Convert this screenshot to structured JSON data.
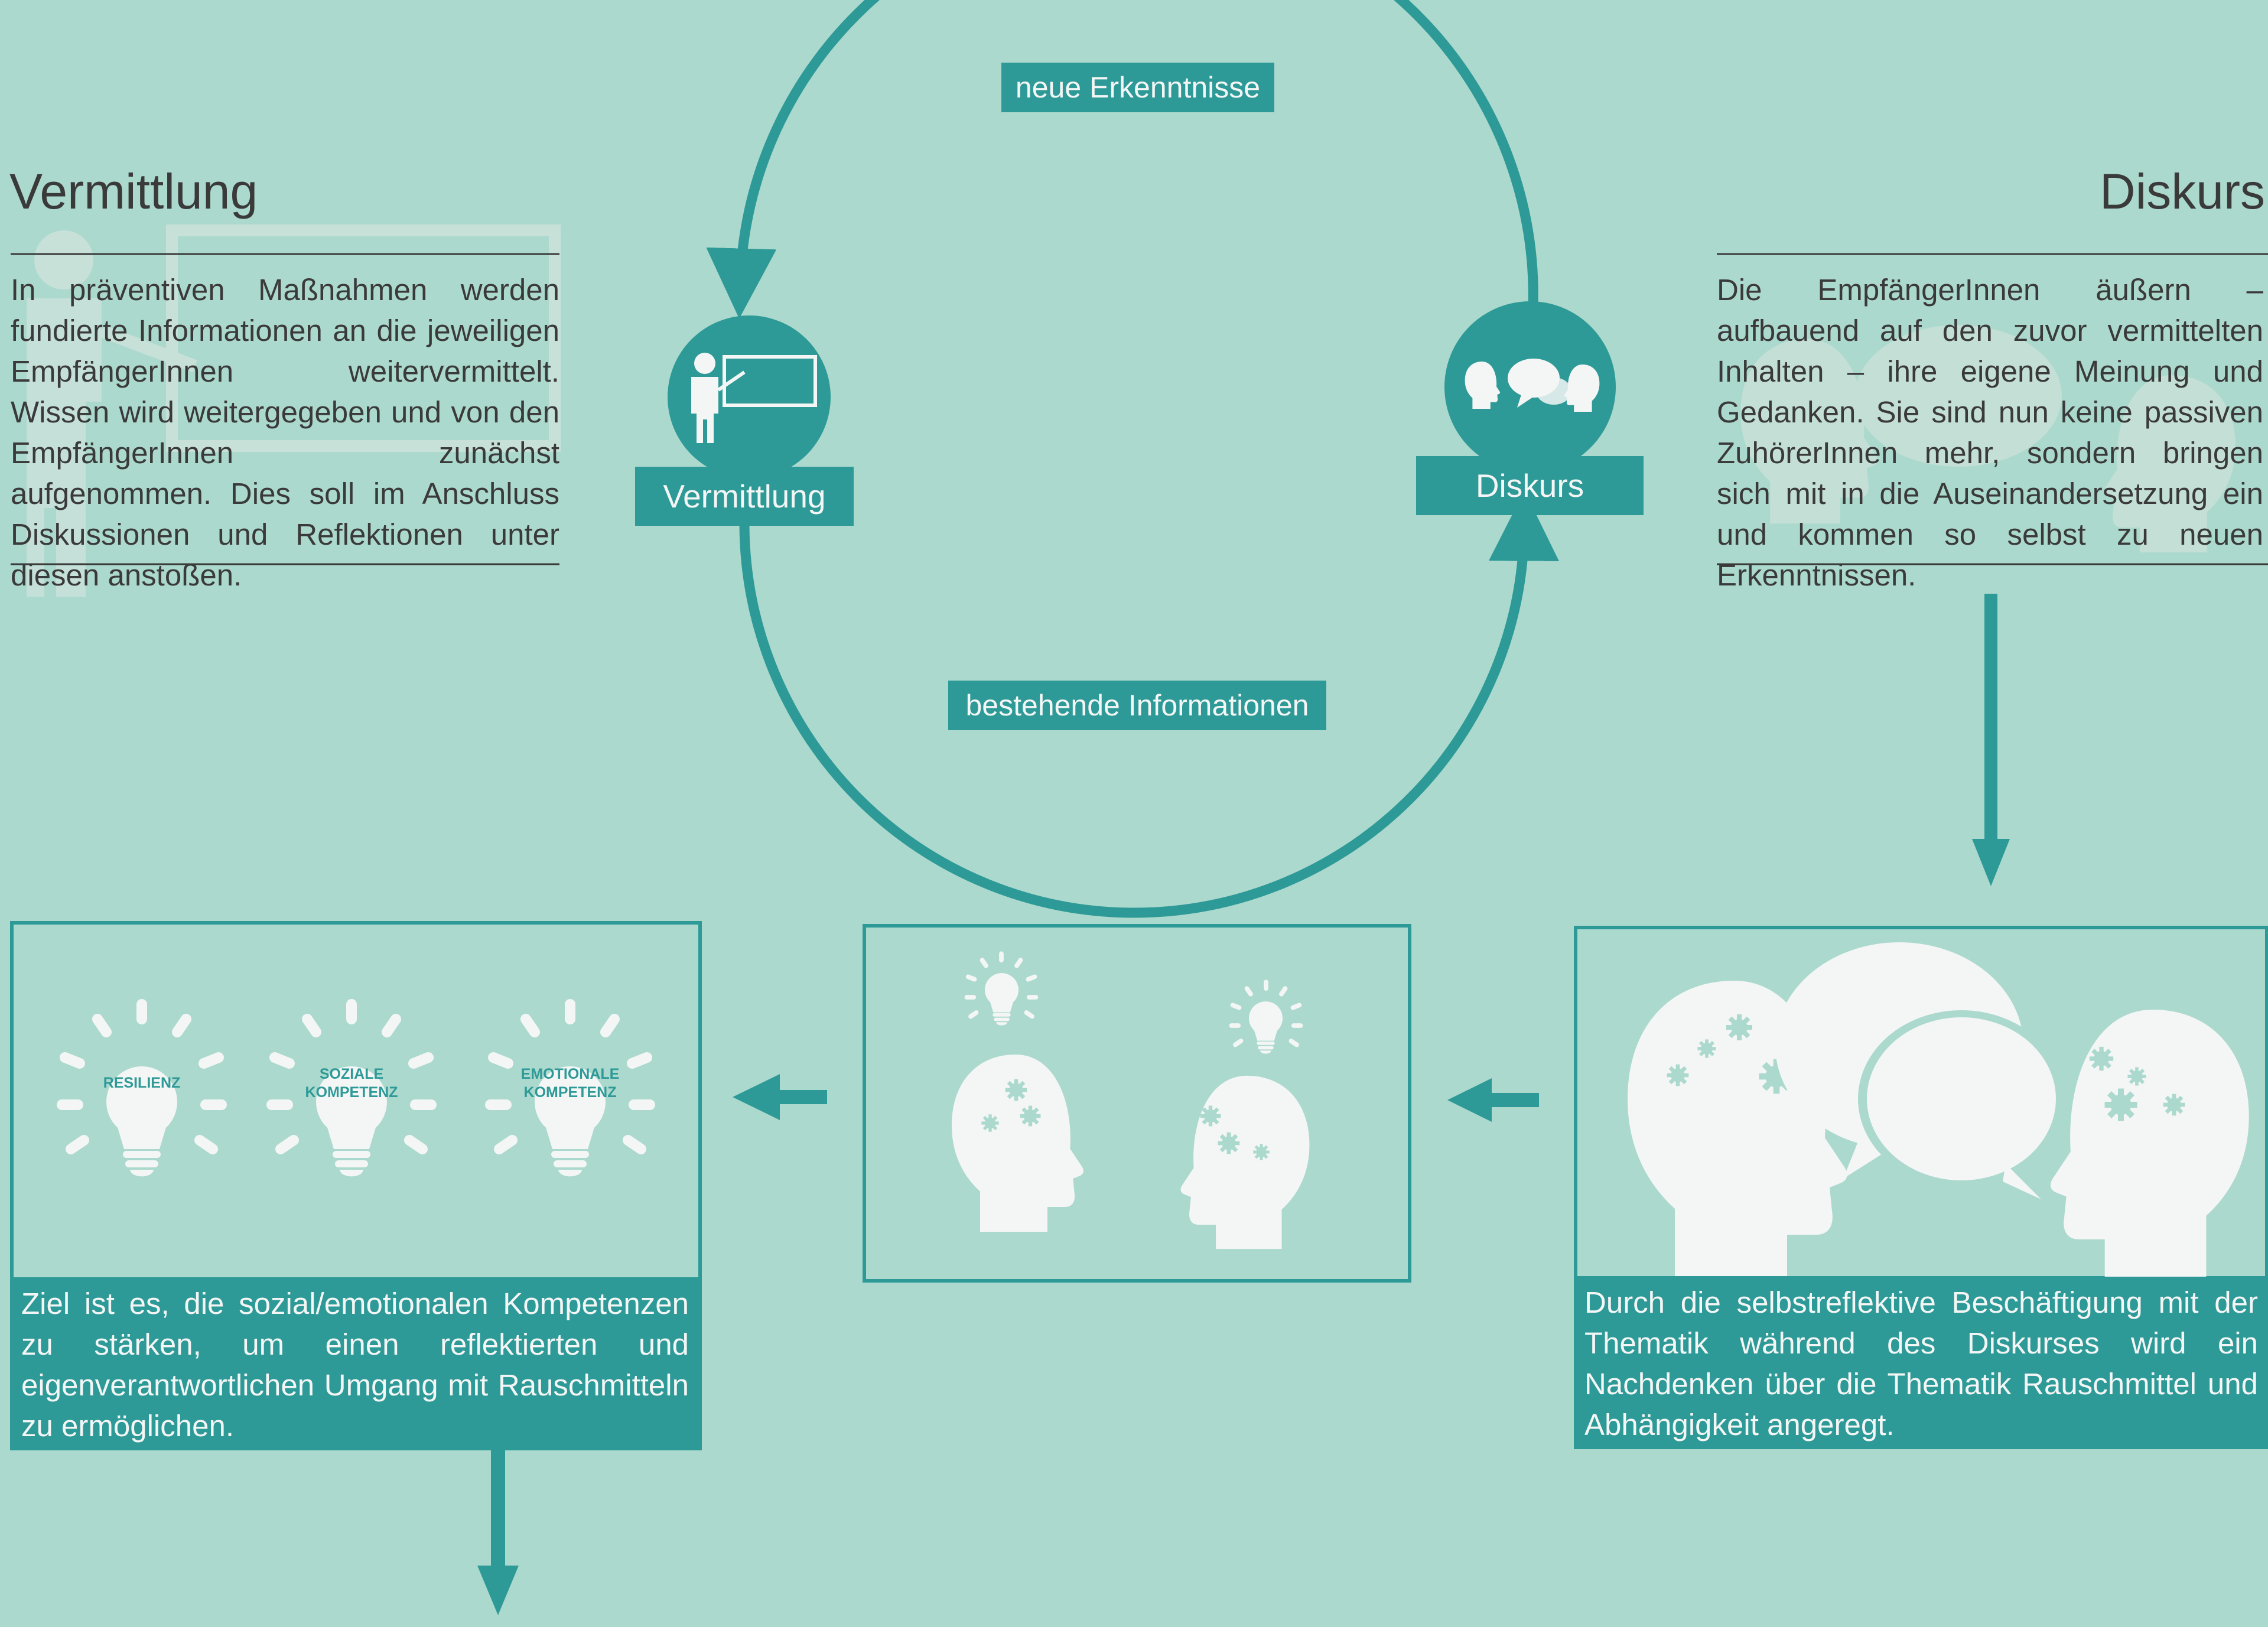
{
  "colors": {
    "background": "#acd9cd",
    "accent": "#2e9a98",
    "icon_fill": "#f3f6f5",
    "text_dark": "#3a3a3a"
  },
  "left_panel": {
    "title": "Vermittlung",
    "text": "In präventiven Maßnahmen werden fundierte Informationen an die jeweiligen EmpfängerInnen weitervermittelt. Wissen wird weitergegeben und von den EmpfängerInnen zunächst aufgenommen. Dies soll im Anschluss Diskussionen und Reflektionen unter diesen anstoßen.",
    "background_icon": "teacher-board-icon"
  },
  "right_panel": {
    "title": "Diskurs",
    "text": "Die EmpfängerInnen äußern – aufbauend auf den zuvor vermittelten Inhalten – ihre eigene Meinung und Gedanken. Sie sind nun keine passiven ZuhörerInnen mehr, sondern bringen sich mit in die Auseinandersetzung ein und kommen so selbst zu neuen Erkenntnissen.",
    "background_icon": "discussion-heads-icon"
  },
  "cycle": {
    "top_label": "neue Erkenntnisse",
    "bottom_label": "bestehende Informationen",
    "node_left": {
      "label": "Vermittlung",
      "icon": "teacher-board-icon"
    },
    "node_right": {
      "label": "Diskurs",
      "icon": "discussion-heads-icon"
    }
  },
  "boxes": {
    "right": {
      "caption": "Durch die selbstreflektive Beschäftigung mit der Thematik während des Diskurses wird ein Nachdenken über die Thematik Rauschmittel und Abhängigkeit angeregt.",
      "icon": "two-heads-speech-bubbles-icon"
    },
    "middle": {
      "icon": "two-heads-lightbulbs-icon"
    },
    "left": {
      "caption": "Ziel ist es, die sozial/emotionalen Kompetenzen zu stärken, um einen reflektierten und eigenverantwortlichen Umgang mit Rauschmitteln zu ermöglichen.",
      "bulbs": [
        {
          "line1": "RESILIENZ",
          "line2": ""
        },
        {
          "line1": "SOZIALE",
          "line2": "KOMPETENZ"
        },
        {
          "line1": "EMOTIONALE",
          "line2": "KOMPETENZ"
        }
      ]
    }
  }
}
